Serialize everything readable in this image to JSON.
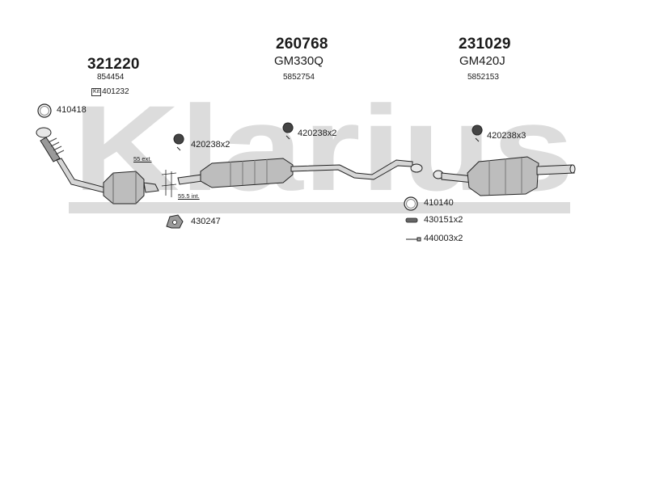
{
  "watermark": {
    "text": "Klarius",
    "color": "#d9d9d9"
  },
  "colors": {
    "line": "#222222",
    "part_fill": "#bdbdbd",
    "part_shade": "#8c8c8c"
  },
  "sections": [
    {
      "part_number": "321220",
      "code": "854454",
      "kit_label": "Kit",
      "kit_code": "401232"
    },
    {
      "part_number": "260768",
      "model": "GM330Q",
      "code": "5852754"
    },
    {
      "part_number": "231029",
      "model": "GM420J",
      "code": "5852153"
    }
  ],
  "annotations": {
    "ext": "55 ext.",
    "int": "55.5 int."
  },
  "accessories": [
    {
      "icon": "ring-gasket-icon",
      "label": "410418"
    },
    {
      "icon": "clamp-icon",
      "label": "420238x2"
    },
    {
      "icon": "clamp-icon",
      "label": "420238x2"
    },
    {
      "icon": "clamp-icon",
      "label": "420238x3"
    },
    {
      "icon": "hanger-bracket-icon",
      "label": "430247"
    },
    {
      "icon": "ring-gasket-icon",
      "label": "410140"
    },
    {
      "icon": "rubber-mount-icon",
      "label": "430151x2"
    },
    {
      "icon": "bolt-icon",
      "label": "440003x2"
    }
  ]
}
